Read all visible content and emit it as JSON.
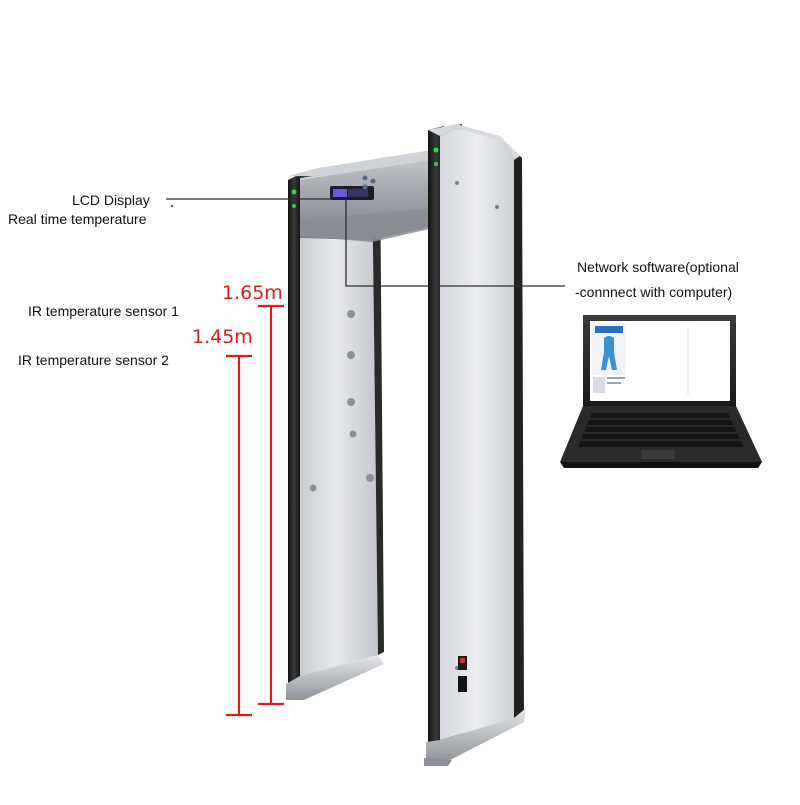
{
  "labels": {
    "lcd_line1": "LCD Display",
    "lcd_line2": "Real time temperature",
    "network_line1": "Network software(optional",
    "network_line2": "-connnect with computer)",
    "ir_sensor_1": "IR  temperature sensor 1",
    "ir_sensor_2": "IR temperature sensor 2"
  },
  "measurements": {
    "height_1": "1.65m",
    "height_2": "1.45m"
  },
  "colors": {
    "measure_red": "#d81e1e",
    "frame_dark": "#2b2b2b",
    "panel_silver": "#d9dce0",
    "screen_blue": "#2f6dbf"
  }
}
